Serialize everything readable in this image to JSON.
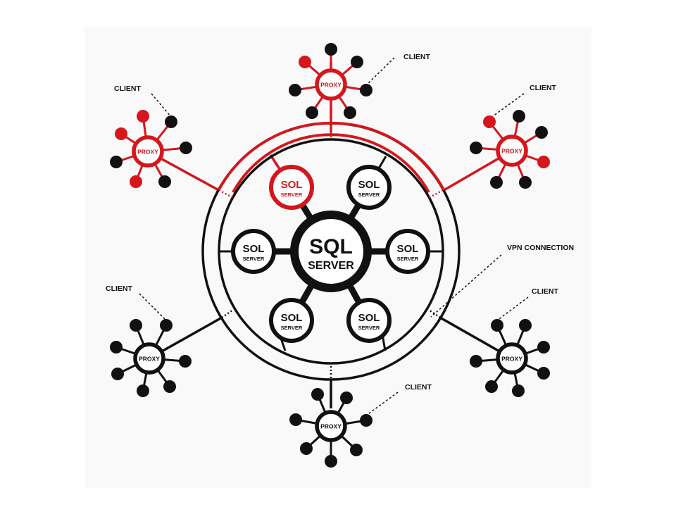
{
  "colors": {
    "black": "#111111",
    "red": "#d5161c",
    "background": "#f9f9f9"
  },
  "central_server": {
    "line1": "SQL",
    "line2": "SERVER"
  },
  "vpn_label": "VPN CONNECTION",
  "sql_servers": [
    {
      "line1": "SOL",
      "line2": "SERVER",
      "color": "red"
    },
    {
      "line1": "SOL",
      "line2": "SERVER",
      "color": "black"
    },
    {
      "line1": "SOL",
      "line2": "SERVER",
      "color": "black"
    },
    {
      "line1": "SOL",
      "line2": "SERVER",
      "color": "black"
    },
    {
      "line1": "SOL",
      "line2": "SERVER",
      "color": "black"
    },
    {
      "line1": "SOL",
      "line2": "SERVER",
      "color": "black"
    }
  ],
  "proxies": [
    {
      "label": "PROXY",
      "color": "red",
      "client_label": "CLIENT"
    },
    {
      "label": "PROXY",
      "color": "red",
      "client_label": "CLIENT"
    },
    {
      "label": "PROXY",
      "color": "red",
      "client_label": "CLIENT"
    },
    {
      "label": "PROXY",
      "color": "black",
      "client_label": "CLIENT"
    },
    {
      "label": "PROXY",
      "color": "black",
      "client_label": "CLIENT"
    },
    {
      "label": "PROXY",
      "color": "black",
      "client_label": "CLIENT"
    }
  ]
}
